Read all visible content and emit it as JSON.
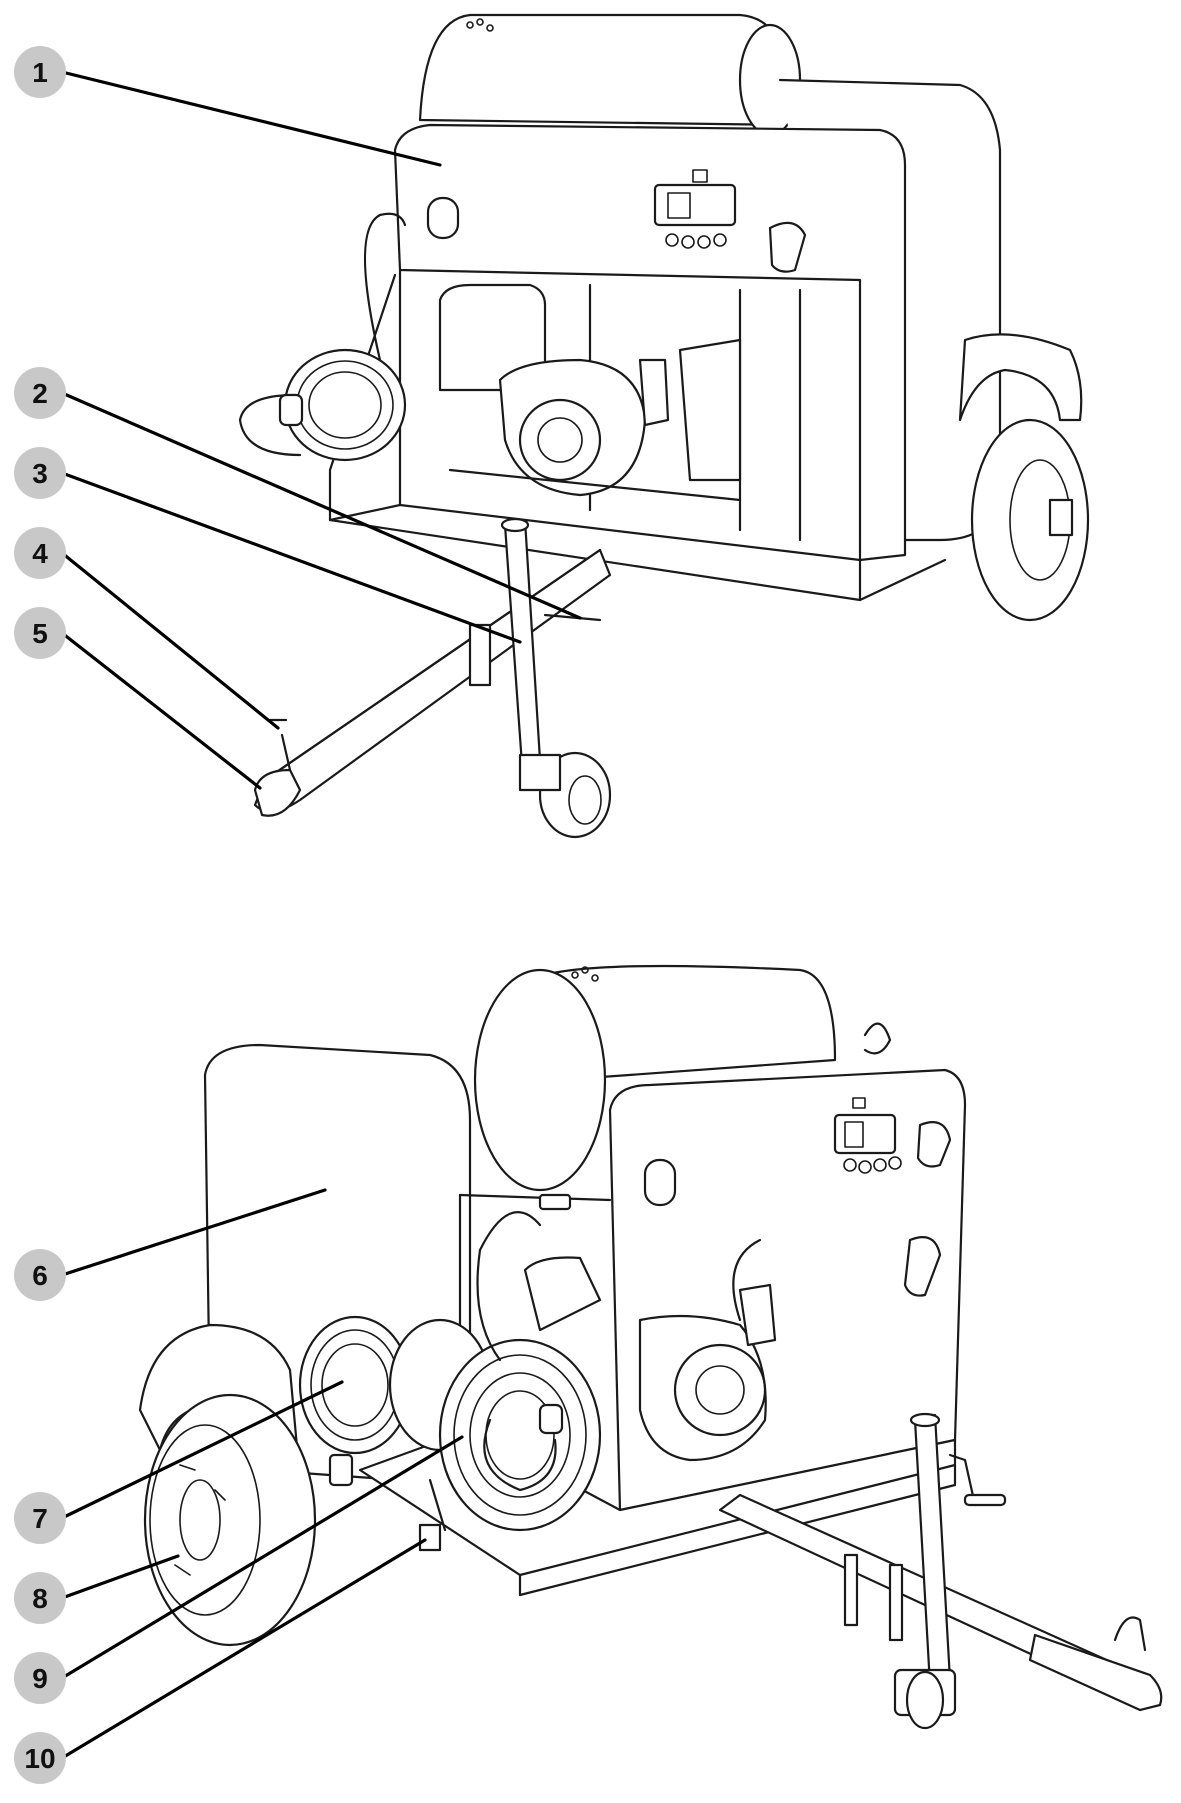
{
  "callouts": [
    {
      "id": "c1",
      "label": "1"
    },
    {
      "id": "c2",
      "label": "2"
    },
    {
      "id": "c3",
      "label": "3"
    },
    {
      "id": "c4",
      "label": "4"
    },
    {
      "id": "c5",
      "label": "5"
    },
    {
      "id": "c6",
      "label": "6"
    },
    {
      "id": "c7",
      "label": "7"
    },
    {
      "id": "c8",
      "label": "8"
    },
    {
      "id": "c9",
      "label": "9"
    },
    {
      "id": "c10",
      "label": "10"
    }
  ],
  "colors": {
    "badge": "#c8c8c8",
    "ink": "#1a1a1a",
    "background": "#ffffff"
  }
}
